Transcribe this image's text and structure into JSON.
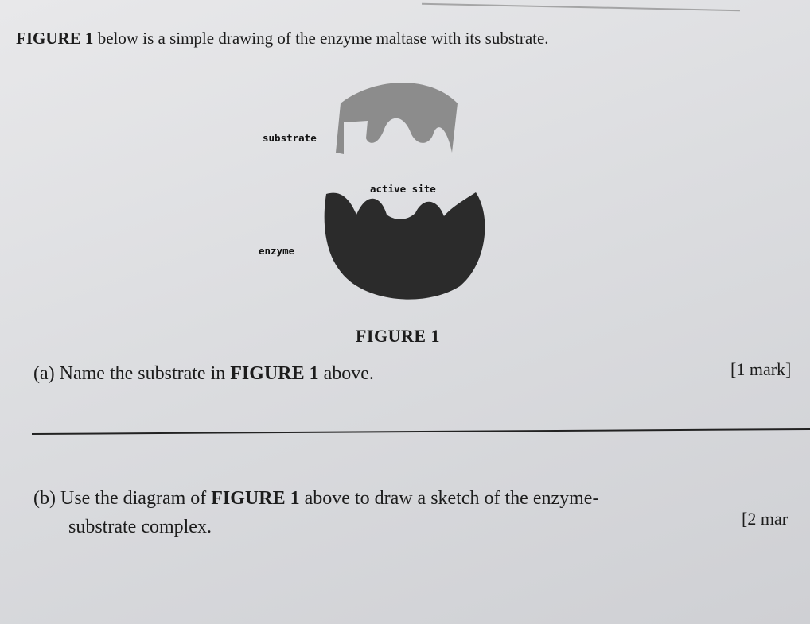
{
  "intro": {
    "bold": "FIGURE 1",
    "text": " below is a simple drawing of the enzyme maltase with its substrate."
  },
  "figure": {
    "substrate_label": "substrate",
    "active_site_label": "active site",
    "enzyme_label": "enzyme",
    "caption": "FIGURE 1",
    "substrate_color": "#8c8c8c",
    "enzyme_color": "#2b2b2b"
  },
  "question_a": {
    "prefix": "(a) Name the substrate in ",
    "bold": "FIGURE 1",
    "suffix": " above.",
    "marks": "[1 mark]"
  },
  "question_b": {
    "prefix": "(b) Use the diagram of ",
    "bold": "FIGURE 1",
    "suffix": " above to draw a sketch of the enzyme-",
    "line2": "substrate complex.",
    "marks": "[2 mar"
  }
}
